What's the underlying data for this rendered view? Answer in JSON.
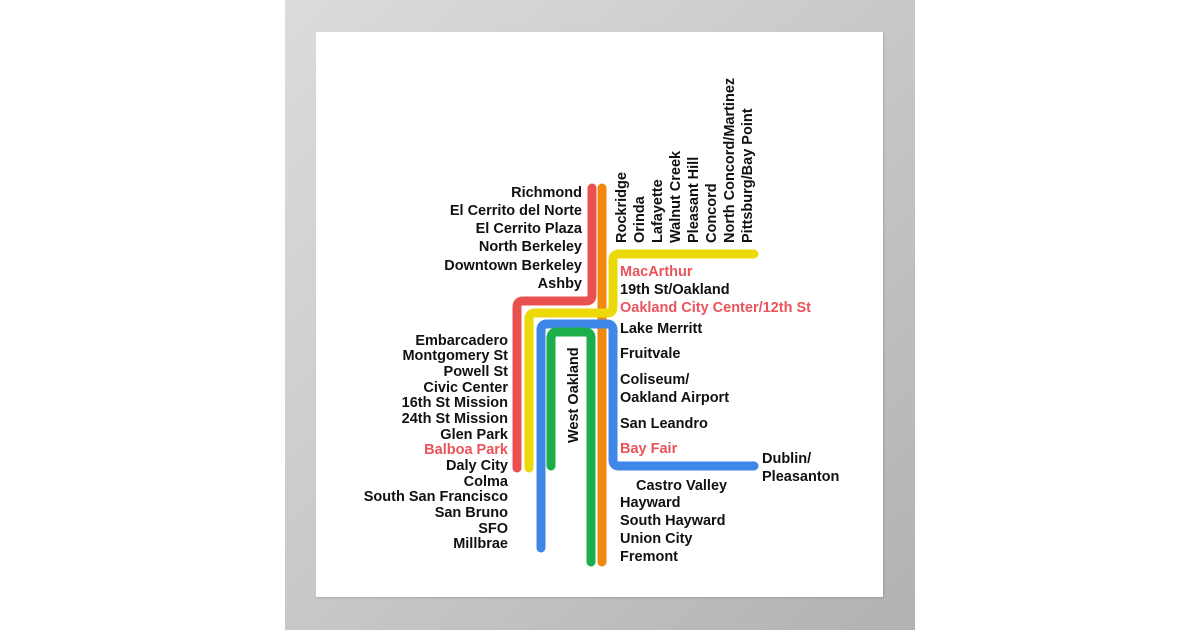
{
  "colors": {
    "red": "#e8514f",
    "orange": "#f08a0c",
    "yellow": "#ecd90a",
    "blue": "#3e86e8",
    "green": "#1cae4a",
    "transfer_text": "#e8545a",
    "text": "#111111"
  },
  "north_west": {
    "stations": [
      "Richmond",
      "El Cerrito del Norte",
      "El Cerrito Plaza",
      "North Berkeley",
      "Downtown Berkeley",
      "Ashby"
    ]
  },
  "east_top": {
    "stations": [
      "Rockridge",
      "Orinda",
      "Lafayette",
      "Walnut Creek",
      "Pleasant Hill",
      "Concord",
      "North Concord/Martinez",
      "Pittsburg/Bay Point"
    ]
  },
  "oakland_core": {
    "stations": [
      {
        "name": "MacArthur",
        "transfer": true
      },
      {
        "name": "19th St/Oakland",
        "transfer": false
      },
      {
        "name": "Oakland City Center/12th St",
        "transfer": true
      }
    ]
  },
  "east_bay_south": {
    "stations": [
      {
        "name": "Lake Merritt",
        "transfer": false
      },
      {
        "name": "Fruitvale",
        "transfer": false
      },
      {
        "name": "Coliseum/",
        "transfer": false
      },
      {
        "name": "Oakland Airport",
        "transfer": false
      },
      {
        "name": "San Leandro",
        "transfer": false
      },
      {
        "name": "Bay Fair",
        "transfer": true
      }
    ]
  },
  "dublin_branch": {
    "line1": "Dublin/",
    "line2": "Pleasanton"
  },
  "fremont_branch": {
    "stations": [
      "Castro Valley",
      "Hayward",
      "South Hayward",
      "Union City",
      "Fremont"
    ]
  },
  "west_oakland": {
    "name": "West Oakland"
  },
  "sf_peninsula": {
    "stations": [
      {
        "name": "Embarcadero",
        "transfer": false
      },
      {
        "name": "Montgomery St",
        "transfer": false
      },
      {
        "name": "Powell St",
        "transfer": false
      },
      {
        "name": "Civic Center",
        "transfer": false
      },
      {
        "name": "16th St Mission",
        "transfer": false
      },
      {
        "name": "24th St Mission",
        "transfer": false
      },
      {
        "name": "Glen Park",
        "transfer": false
      },
      {
        "name": "Balboa Park",
        "transfer": true
      },
      {
        "name": "Daly City",
        "transfer": false
      },
      {
        "name": "Colma",
        "transfer": false
      },
      {
        "name": "South San Francisco",
        "transfer": false
      },
      {
        "name": "San Bruno",
        "transfer": false
      },
      {
        "name": "SFO",
        "transfer": false
      },
      {
        "name": "Millbrae",
        "transfer": false
      }
    ]
  }
}
